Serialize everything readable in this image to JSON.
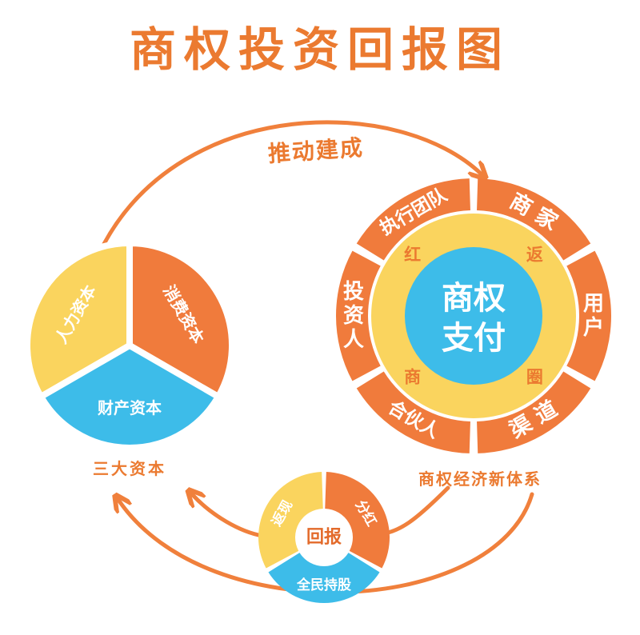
{
  "title": "商权投资回报图",
  "flow_label": "推动建成",
  "colors": {
    "orange": "#F07B3C",
    "yellow": "#FAD45E",
    "blue": "#3DBCE9",
    "title_orange": "#EB7A30",
    "white": "#FFFFFF",
    "arrow": "#F0803C"
  },
  "left_circle": {
    "segments": [
      "人力资本",
      "消费资本",
      "财产资本"
    ],
    "caption": "三大资本"
  },
  "right_circle": {
    "center": [
      "商权",
      "支付"
    ],
    "inner_ring": [
      "红",
      "返",
      "商",
      "圈"
    ],
    "outer_segments": [
      "执行团队",
      "商家",
      "用户",
      "渠道",
      "合伙人",
      "投资人"
    ],
    "caption": "商权经济新体系"
  },
  "bottom_circle": {
    "center": "回报",
    "segments": [
      "返现",
      "分红",
      "全民持股"
    ]
  }
}
